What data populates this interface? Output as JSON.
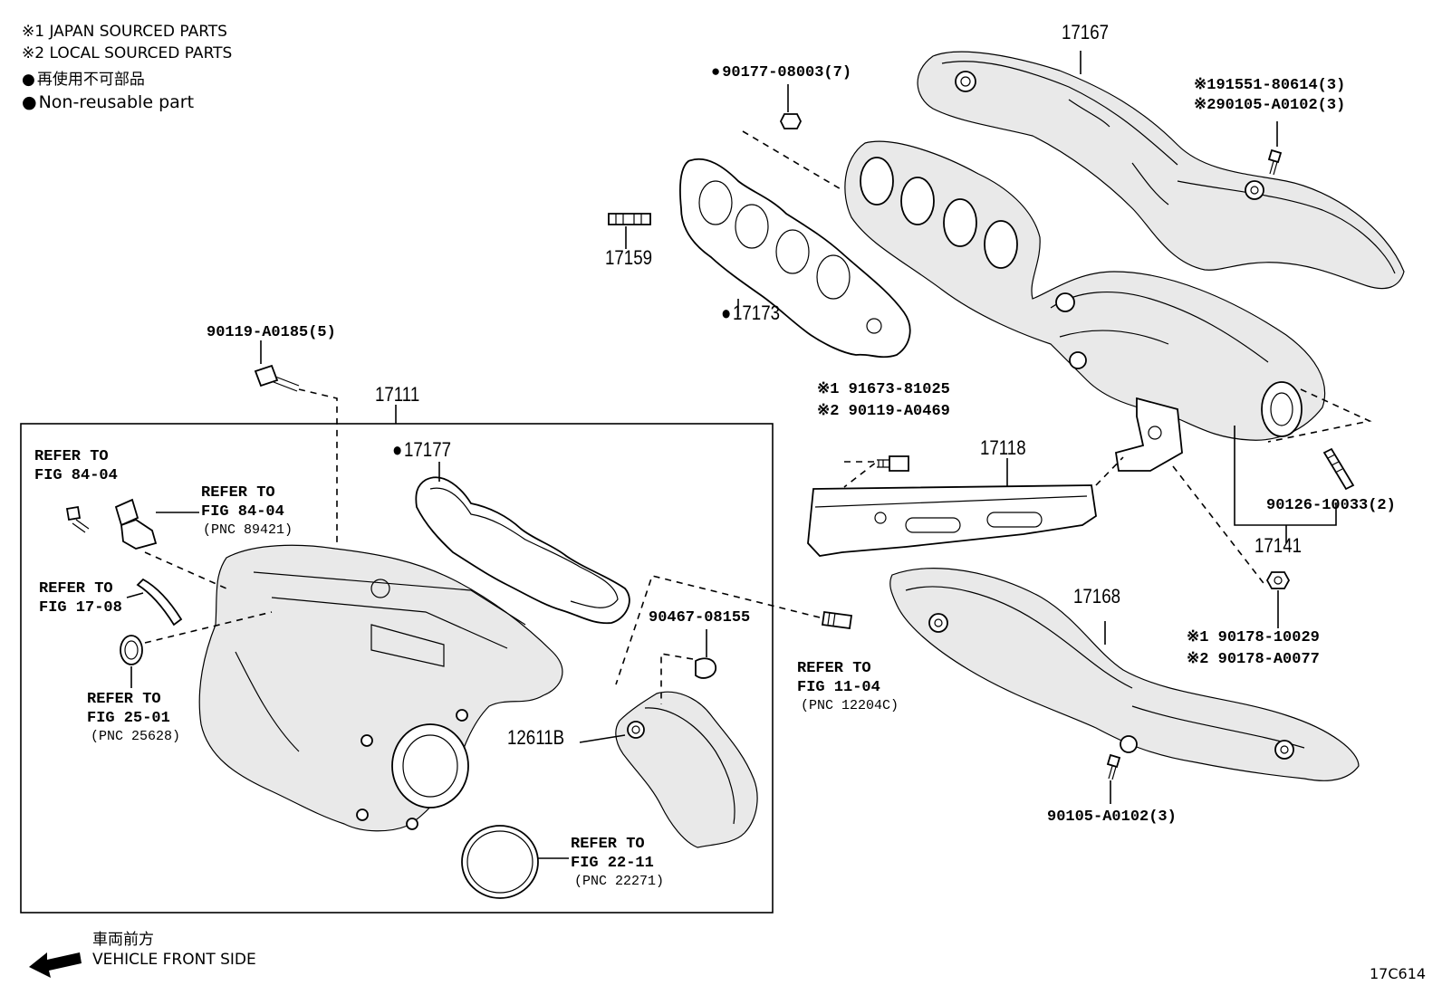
{
  "legend": {
    "note1": "※1 JAPAN SOURCED PARTS",
    "note2": "※2 LOCAL SOURCED PARTS",
    "nonreusable_jp": "再使用不可部品",
    "nonreusable_en": "Non-reusable part"
  },
  "parts": {
    "p17167": "17167",
    "p17159": "17159",
    "p17173": "17173",
    "p17111": "17111",
    "p17177": "17177",
    "p17118": "17118",
    "p17141": "17141",
    "p17168": "17168",
    "p12611B": "12611B",
    "b90177": "90177-08003(7)",
    "b90119_a0185": "90119-A0185(5)",
    "b191551": "※191551-80614(3)",
    "b290105": "※290105-A0102(3)",
    "b91673": "※1 91673-81025",
    "b90119_a0469": "※2 90119-A0469",
    "b90126": "90126-10033(2)",
    "b90178_10029": "※1 90178-10029",
    "b90178_a0077": "※2 90178-A0077",
    "b90105": "90105-A0102(3)",
    "b90467": "90467-08155"
  },
  "refs": {
    "r1": "REFER TO\nFIG 84-04",
    "r2": "REFER TO\nFIG 84-04",
    "r2_pnc": "(PNC 89421)",
    "r3": "REFER TO\nFIG 17-08",
    "r4": "REFER TO\nFIG 25-01",
    "r4_pnc": "(PNC 25628)",
    "r5": "REFER TO\nFIG 11-04",
    "r5_pnc": "(PNC 12204C)",
    "r6": "REFER TO\nFIG 22-11",
    "r6_pnc": "(PNC 22271)"
  },
  "direction": {
    "jp": "車両前方",
    "en": "VEHICLE FRONT SIDE"
  },
  "figure_id": "17C614"
}
